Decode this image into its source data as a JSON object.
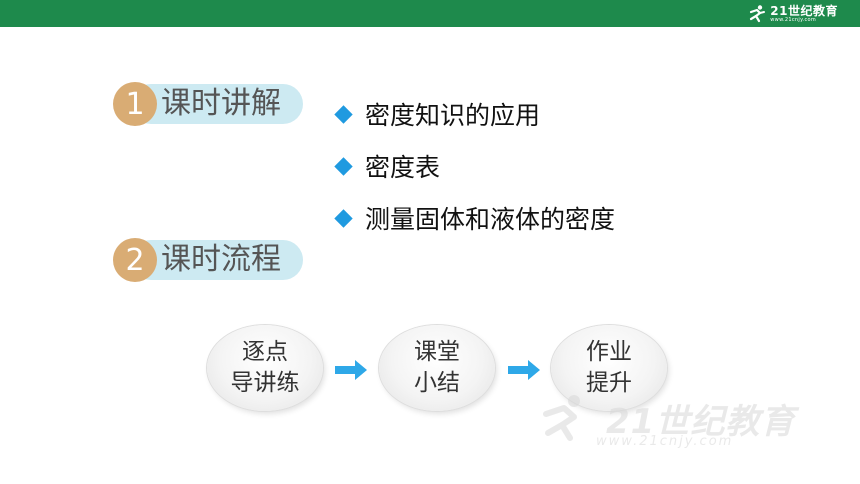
{
  "logo": {
    "name": "21世纪教育",
    "url": "www.21cnjy.com",
    "icon": "runner-icon"
  },
  "sections": [
    {
      "number": "1",
      "title": "课时讲解"
    },
    {
      "number": "2",
      "title": "课时流程"
    }
  ],
  "bullets": [
    {
      "text": "密度知识的应用"
    },
    {
      "text": "密度表"
    },
    {
      "text": "测量固体和液体的密度"
    }
  ],
  "flow": [
    {
      "line1": "逐点",
      "line2": "导讲练"
    },
    {
      "line1": "课堂",
      "line2": "小结"
    },
    {
      "line1": "作业",
      "line2": "提升"
    }
  ],
  "colors": {
    "top_bar": "#1e8a4c",
    "section_number": "#d9ac74",
    "section_pill": "#cdeaf2",
    "bullet_diamond": "#1f9ae0",
    "flow_arrow": "#2ea8e8"
  }
}
